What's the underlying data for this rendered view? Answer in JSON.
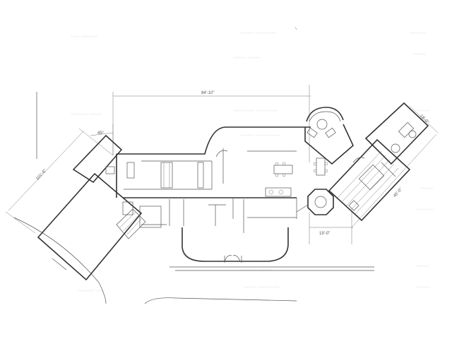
{
  "dimensions": {
    "overall_width": "84'-10\"",
    "angle": "45°",
    "left_wing_length": "101'-6\"",
    "right_wing_depth": "18'-0\"",
    "right_wing_length": "45'-0\"",
    "bottom_offset": "19'-0\""
  },
  "colors": {
    "ink": "#333333",
    "paper": "#ffffff",
    "ghost": "#e6e6e6"
  }
}
